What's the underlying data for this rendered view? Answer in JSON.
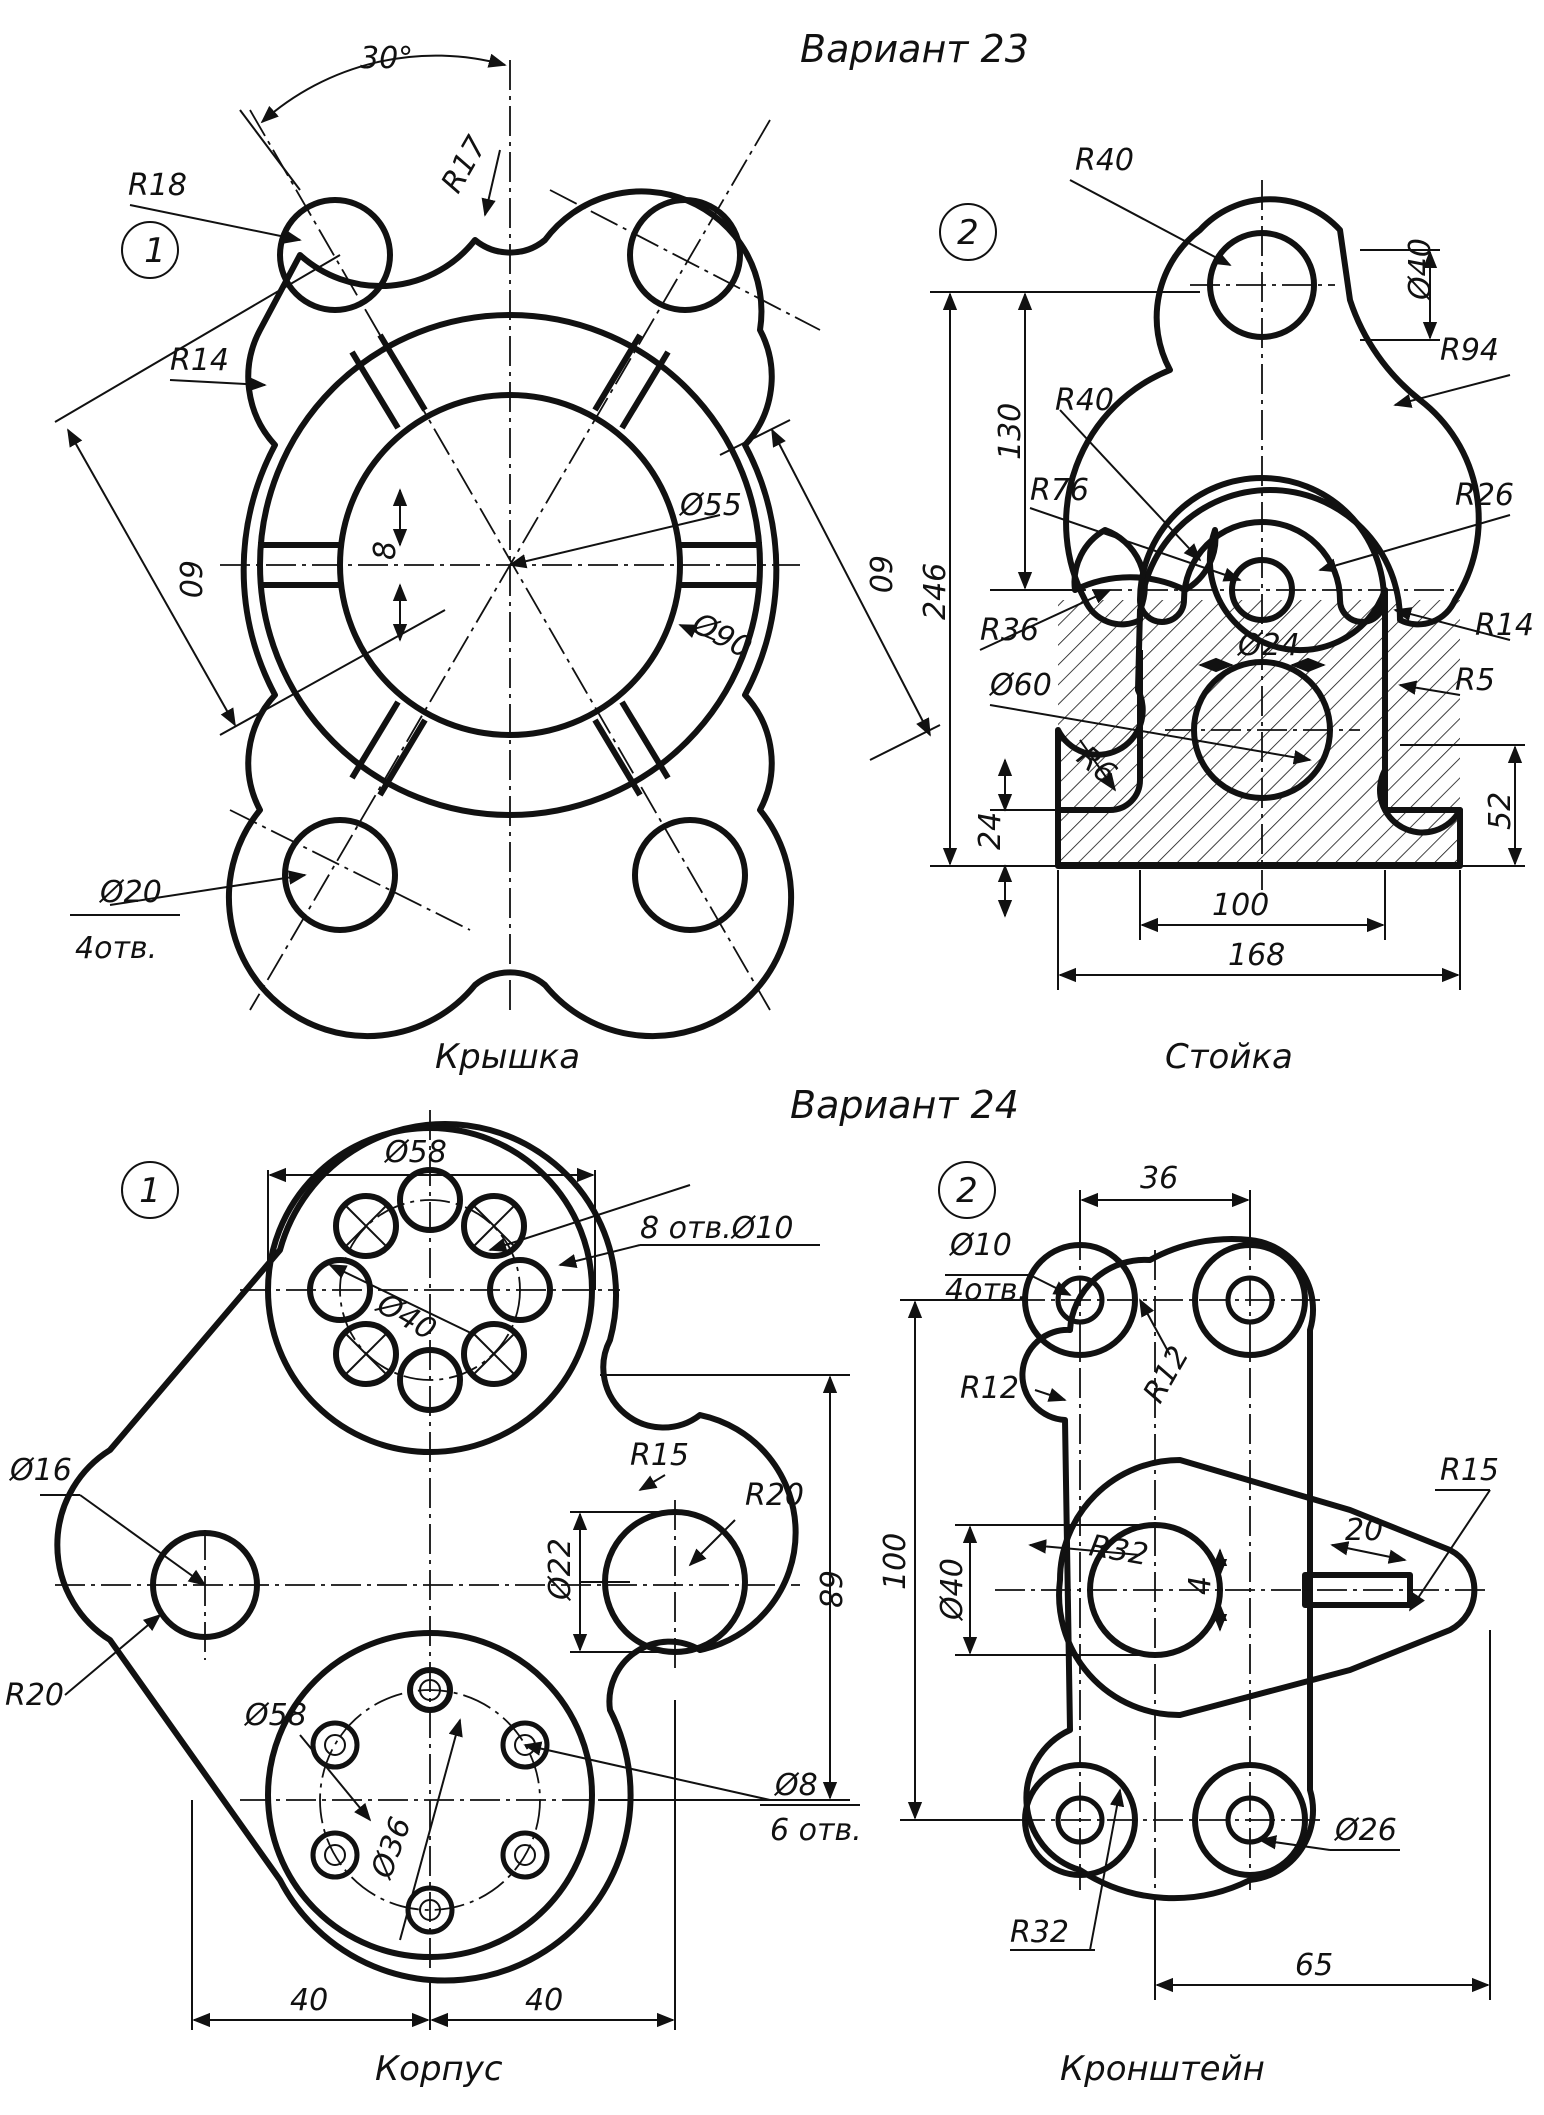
{
  "variants": [
    {
      "title": "Вариант 23",
      "parts": [
        {
          "number": "1",
          "caption": "Крышка",
          "dims": [
            "30°",
            "R18",
            "R17",
            "R14",
            "60",
            "8",
            "Ø55",
            "Ø90",
            "60",
            "Ø20",
            "4отв."
          ]
        },
        {
          "number": "2",
          "caption": "Стойка",
          "dims": [
            "R40",
            "Ø40",
            "R94",
            "R40",
            "130",
            "R76",
            "R26",
            "246",
            "R36",
            "R14",
            "Ø24",
            "Ø60",
            "R5",
            "R6",
            "24",
            "52",
            "100",
            "168"
          ]
        }
      ]
    },
    {
      "title": "Вариант 24",
      "parts": [
        {
          "number": "1",
          "caption": "Корпус",
          "dims": [
            "Ø58",
            "8 отв.Ø10",
            "Ø40",
            "R15",
            "Ø16",
            "R20",
            "Ø22",
            "68",
            "R20",
            "Ø58",
            "Ø36",
            "Ø8",
            "6 отв.",
            "40",
            "40"
          ]
        },
        {
          "number": "2",
          "caption": "Кронштейн",
          "dims": [
            "36",
            "Ø10",
            "4отв.",
            "R12",
            "R12",
            "R15",
            "20",
            "R32",
            "4",
            "Ø40",
            "100",
            "Ø26",
            "R32",
            "65"
          ]
        }
      ]
    }
  ]
}
